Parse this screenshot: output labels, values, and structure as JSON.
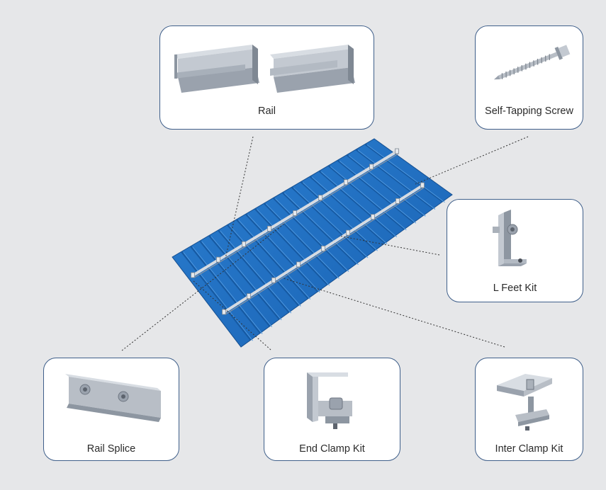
{
  "components": {
    "rail": {
      "label": "Rail",
      "icon": "rail-profile-icon"
    },
    "screw": {
      "label": "Self-Tapping Screw",
      "icon": "screw-icon"
    },
    "l_feet": {
      "label": "L Feet Kit",
      "icon": "l-feet-icon"
    },
    "rail_splice": {
      "label": "Rail Splice",
      "icon": "rail-splice-icon"
    },
    "end_clamp": {
      "label": "End Clamp Kit",
      "icon": "end-clamp-icon"
    },
    "inter_clamp": {
      "label": "Inter Clamp Kit",
      "icon": "inter-clamp-icon"
    }
  },
  "colors": {
    "background": "#e6e7e9",
    "card_border": "#3f5f8a",
    "roof": "#1f6fc2",
    "roof_dark": "#165aa3",
    "metal": "#b8bec6"
  }
}
